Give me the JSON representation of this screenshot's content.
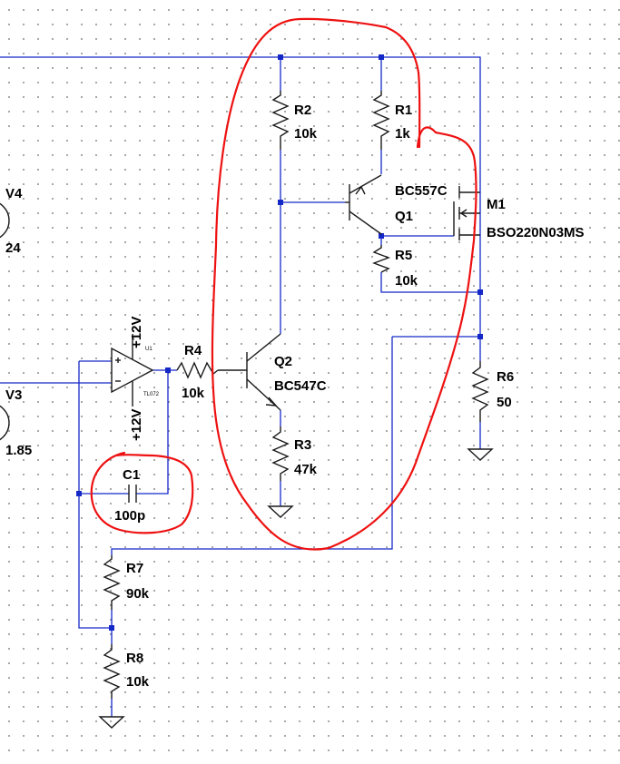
{
  "components": {
    "V4": {
      "name": "V4",
      "value": "24"
    },
    "V3": {
      "name": "V3",
      "value": "1.85"
    },
    "R1": {
      "name": "R1",
      "value": "1k"
    },
    "R2": {
      "name": "R2",
      "value": "10k"
    },
    "R3": {
      "name": "R3",
      "value": "47k"
    },
    "R4": {
      "name": "R4",
      "value": "10k"
    },
    "R5": {
      "name": "R5",
      "value": "10k"
    },
    "R6": {
      "name": "R6",
      "value": "50"
    },
    "R7": {
      "name": "R7",
      "value": "90k"
    },
    "R8": {
      "name": "R8",
      "value": "10k"
    },
    "C1": {
      "name": "C1",
      "value": "100p"
    },
    "Q1": {
      "name": "Q1",
      "value": "BC557C"
    },
    "Q2": {
      "name": "Q2",
      "value": "BC547C"
    },
    "M1": {
      "name": "M1",
      "value": "BSO220N03MS"
    },
    "U1": {
      "name": "U1",
      "value": "TL072",
      "vpos": "+12V",
      "vneg": "+12V"
    }
  },
  "colors": {
    "wire": "#1428c8",
    "component": "#1a1a1a",
    "annotation": "#ee1111",
    "grid_dot": "#9a9a9a"
  }
}
